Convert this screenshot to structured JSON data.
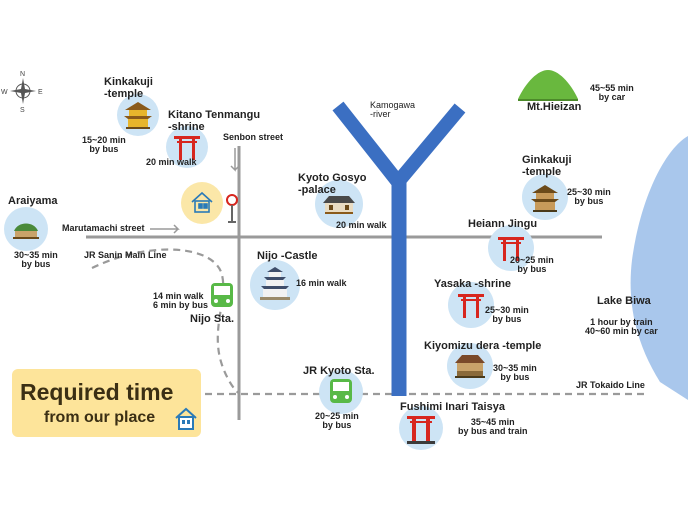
{
  "compass_label": "NSEW",
  "streets": {
    "senbon": "Senbon street",
    "marutamachi": "Marutamachi street",
    "jr_sanin": "JR Sanin Main Line",
    "jr_tokaido": "JR Tokaido Line",
    "kamogawa": "Kamogawa\n-river"
  },
  "places": {
    "kinkakuji": {
      "name": "Kinkakuji\n-temple",
      "time": "15~20 min\nby bus"
    },
    "kitano": {
      "name": "Kitano Tenmangu\n-shrine",
      "time": "20 min walk"
    },
    "arashiyama": {
      "name": "Araiyama",
      "time": "30~35 min\nby bus"
    },
    "gosyo": {
      "name": "Kyoto Gosyo\n-palace",
      "time": "20 min walk"
    },
    "nijo_castle": {
      "name": "Nijo -Castle",
      "time": "16 min walk"
    },
    "nijo_sta": {
      "name": "Nijo Sta.",
      "time": "14 min walk\n6 min by bus"
    },
    "hieizan": {
      "name": "Mt.Hieizan",
      "time": "45~55 min\nby car"
    },
    "ginkakuji": {
      "name": "Ginkakuji\n-temple",
      "time": "25~30 min\nby bus"
    },
    "heian": {
      "name": "Heiann Jingu",
      "time": "20~25 min\nby bus"
    },
    "yasaka": {
      "name": "Yasaka -shrine",
      "time": "25~30 min\nby bus"
    },
    "kiyomizu": {
      "name": "Kiyomizu dera -temple",
      "time": "30~35 min\nby bus"
    },
    "biwa": {
      "name": "Lake Biwa",
      "time": "1 hour by train\n40~60 min by car"
    },
    "kyoto_sta": {
      "name": "JR Kyoto Sta.",
      "time": "20~25 min\nby bus"
    },
    "fushimi": {
      "name": "Fushimi Inari Taisya",
      "time": "35~45 min\nby bus and train"
    }
  },
  "title": {
    "line1": "Required time",
    "line2": "from our place"
  },
  "colors": {
    "river": "#3b6fc2",
    "road": "#9a9a9a",
    "rail": "#9a9a9a",
    "lake": "#a9c7ec",
    "circle": "#cde4f5",
    "torii": "#d7261e",
    "title_bg": "#fde49a",
    "home_circle": "#fbe7a8",
    "train": "#58b947",
    "mountain": "#69b83e"
  },
  "icons": [
    "compass-icon",
    "temple-icon",
    "torii-icon",
    "home-icon",
    "bus-stop-icon",
    "train-icon",
    "castle-icon",
    "palace-icon",
    "mountain-icon",
    "house-icon"
  ]
}
